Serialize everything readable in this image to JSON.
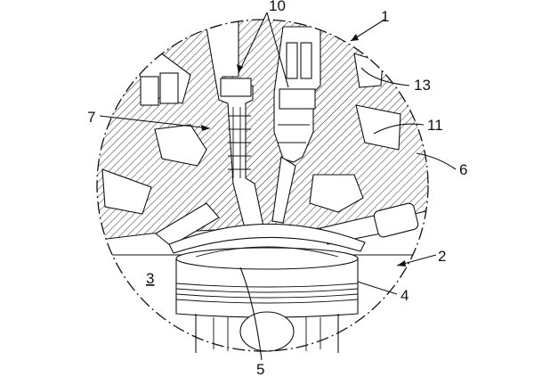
{
  "figure": {
    "labels": [
      {
        "id": "1",
        "text": "1"
      },
      {
        "id": "2",
        "text": "2"
      },
      {
        "id": "3",
        "text": "3"
      },
      {
        "id": "4",
        "text": "4"
      },
      {
        "id": "5",
        "text": "5"
      },
      {
        "id": "6",
        "text": "6"
      },
      {
        "id": "7",
        "text": "7"
      },
      {
        "id": "10",
        "text": "10"
      },
      {
        "id": "11",
        "text": "11"
      },
      {
        "id": "13",
        "text": "13"
      }
    ]
  }
}
